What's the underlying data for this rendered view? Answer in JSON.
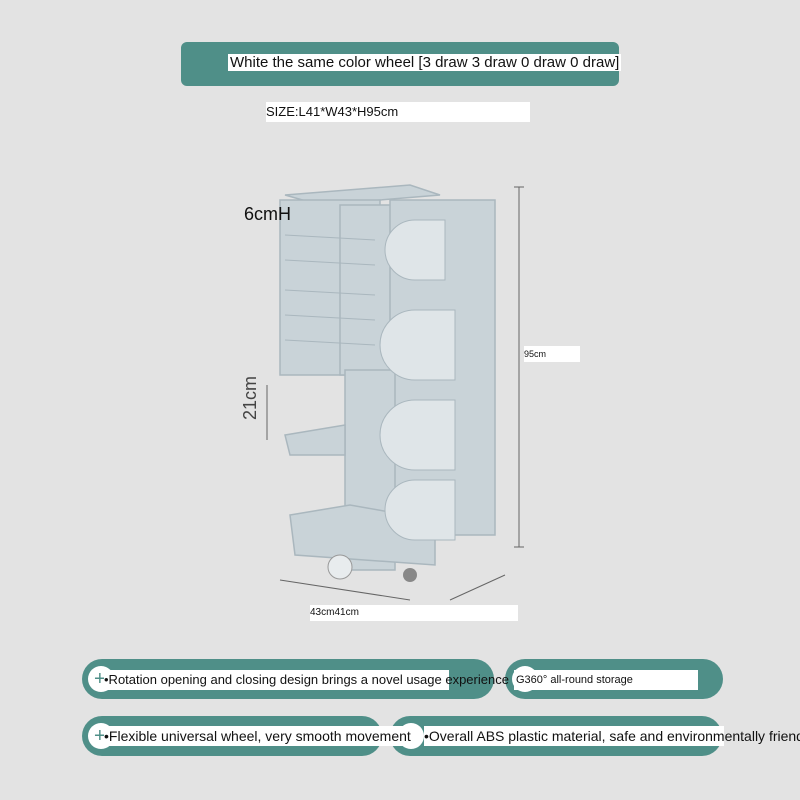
{
  "title": "White   the same color wheel [3 draw   3 draw   0 draw   0 draw]",
  "size": "SIZE:L41*W43*H95cm",
  "dims": {
    "top": "6cmH",
    "middle": "21cm",
    "height": "95cm",
    "base": "43cm41cm"
  },
  "features": [
    "•Rotation opening and closing design brings a novel usage experience",
    "G360° all-round storage",
    "•Flexible universal wheel, very smooth movement",
    "•Overall ABS plastic material, safe and environmentally friendly"
  ],
  "colors": {
    "accent": "#4f8f88",
    "background": "#e3e3e3",
    "product": "#c9d3d8"
  }
}
